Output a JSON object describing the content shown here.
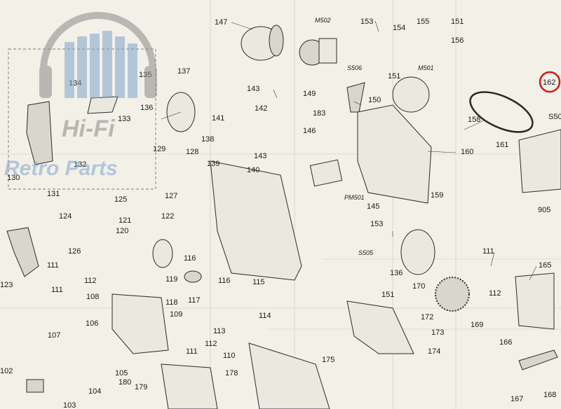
{
  "diagram": {
    "highlight_color": "#d01818",
    "callouts": [
      {
        "id": "c147",
        "text": "147"
      },
      {
        "id": "cM502",
        "text": "M502"
      },
      {
        "id": "c153a",
        "text": "153"
      },
      {
        "id": "c155",
        "text": "155"
      },
      {
        "id": "c151a",
        "text": "151"
      },
      {
        "id": "c154",
        "text": "154"
      },
      {
        "id": "c156",
        "text": "156"
      },
      {
        "id": "c135",
        "text": "135"
      },
      {
        "id": "c137",
        "text": "137"
      },
      {
        "id": "cS506",
        "text": "S506"
      },
      {
        "id": "c151b",
        "text": "151"
      },
      {
        "id": "cM501",
        "text": "M501"
      },
      {
        "id": "c162",
        "text": "162"
      },
      {
        "id": "c134",
        "text": "134"
      },
      {
        "id": "c143a",
        "text": "143"
      },
      {
        "id": "c149",
        "text": "149"
      },
      {
        "id": "c150",
        "text": "150"
      },
      {
        "id": "c136",
        "text": "136"
      },
      {
        "id": "c142",
        "text": "142"
      },
      {
        "id": "c133",
        "text": "133"
      },
      {
        "id": "c141",
        "text": "141"
      },
      {
        "id": "c183",
        "text": "183"
      },
      {
        "id": "c158",
        "text": "158"
      },
      {
        "id": "cS50",
        "text": "S50"
      },
      {
        "id": "c146",
        "text": "146"
      },
      {
        "id": "c138",
        "text": "138"
      },
      {
        "id": "c129",
        "text": "129"
      },
      {
        "id": "c128",
        "text": "128"
      },
      {
        "id": "c143b",
        "text": "143"
      },
      {
        "id": "c160",
        "text": "160"
      },
      {
        "id": "c161",
        "text": "161"
      },
      {
        "id": "c132",
        "text": "132"
      },
      {
        "id": "c139",
        "text": "139"
      },
      {
        "id": "c140",
        "text": "140"
      },
      {
        "id": "c130",
        "text": "130"
      },
      {
        "id": "c131",
        "text": "131"
      },
      {
        "id": "c127",
        "text": "127"
      },
      {
        "id": "cPM501",
        "text": "PM501"
      },
      {
        "id": "c159",
        "text": "159"
      },
      {
        "id": "c125",
        "text": "125"
      },
      {
        "id": "c145",
        "text": "145"
      },
      {
        "id": "c905",
        "text": "905"
      },
      {
        "id": "c124",
        "text": "124"
      },
      {
        "id": "c122",
        "text": "122"
      },
      {
        "id": "c153b",
        "text": "153"
      },
      {
        "id": "c121",
        "text": "121"
      },
      {
        "id": "c120",
        "text": "120"
      },
      {
        "id": "cS505",
        "text": "S505"
      },
      {
        "id": "c126",
        "text": "126"
      },
      {
        "id": "c111a",
        "text": "111"
      },
      {
        "id": "c116",
        "text": "116"
      },
      {
        "id": "c111b",
        "text": "111"
      },
      {
        "id": "c123",
        "text": "123"
      },
      {
        "id": "c136b",
        "text": "136"
      },
      {
        "id": "c165",
        "text": "165"
      },
      {
        "id": "c111c",
        "text": "111"
      },
      {
        "id": "c112a",
        "text": "112"
      },
      {
        "id": "c119",
        "text": "119"
      },
      {
        "id": "c116b",
        "text": "116"
      },
      {
        "id": "c115",
        "text": "115"
      },
      {
        "id": "c170",
        "text": "170"
      },
      {
        "id": "c112b",
        "text": "112"
      },
      {
        "id": "c108",
        "text": "108"
      },
      {
        "id": "c118",
        "text": "118"
      },
      {
        "id": "c117",
        "text": "117"
      },
      {
        "id": "c151c",
        "text": "151"
      },
      {
        "id": "c114",
        "text": "114"
      },
      {
        "id": "c109",
        "text": "109"
      },
      {
        "id": "c172",
        "text": "172"
      },
      {
        "id": "c169",
        "text": "169"
      },
      {
        "id": "c106",
        "text": "106"
      },
      {
        "id": "c113",
        "text": "113"
      },
      {
        "id": "c173",
        "text": "173"
      },
      {
        "id": "c107",
        "text": "107"
      },
      {
        "id": "c111d",
        "text": "111"
      },
      {
        "id": "c112c",
        "text": "112"
      },
      {
        "id": "c166",
        "text": "166"
      },
      {
        "id": "c174",
        "text": "174"
      },
      {
        "id": "c110",
        "text": "110"
      },
      {
        "id": "c175",
        "text": "175"
      },
      {
        "id": "c105",
        "text": "105"
      },
      {
        "id": "c102",
        "text": "102"
      },
      {
        "id": "c180",
        "text": "180"
      },
      {
        "id": "c178",
        "text": "178"
      },
      {
        "id": "c179",
        "text": "179"
      },
      {
        "id": "c104",
        "text": "104"
      },
      {
        "id": "c167",
        "text": "167"
      },
      {
        "id": "c168",
        "text": "168"
      },
      {
        "id": "c103",
        "text": "103"
      }
    ]
  },
  "watermark": {
    "line1": "Hi-Fi",
    "line2": "Retro Parts"
  }
}
